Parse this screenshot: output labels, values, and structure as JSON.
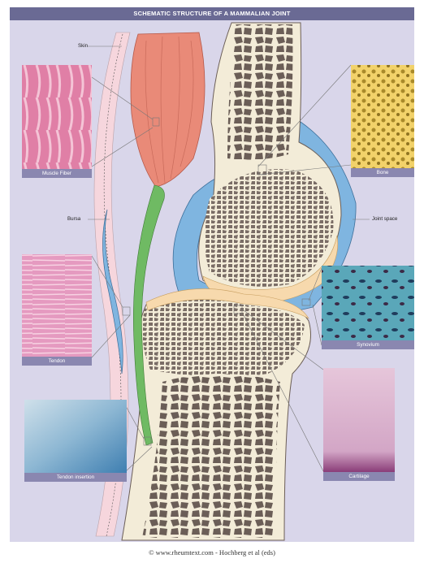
{
  "title": "SCHEMATIC STRUCTURE OF A MAMMALIAN JOINT",
  "labels": {
    "skin": "Skin",
    "bursa": "Bursa",
    "joint_space": "Joint space"
  },
  "insets": {
    "muscle_fiber": "Muscle Fiber",
    "tendon": "Tendon",
    "tendon_insertion": "Tendon insertion",
    "bone": "Bone",
    "synovium": "Synovium",
    "cartilage": "Cartilage"
  },
  "footer": "© www.rheumtext.com - Hochberg et al (eds)",
  "colors": {
    "title_bar": "#6a6a94",
    "background": "#d9d6ea",
    "muscle": "#e98a78",
    "tendon": "#6fba63",
    "bone_marrow": "#6b5e57",
    "cartilage": "#f7d9ad",
    "synovium": "#7fb5e0",
    "skin": "#f6d6dd"
  }
}
